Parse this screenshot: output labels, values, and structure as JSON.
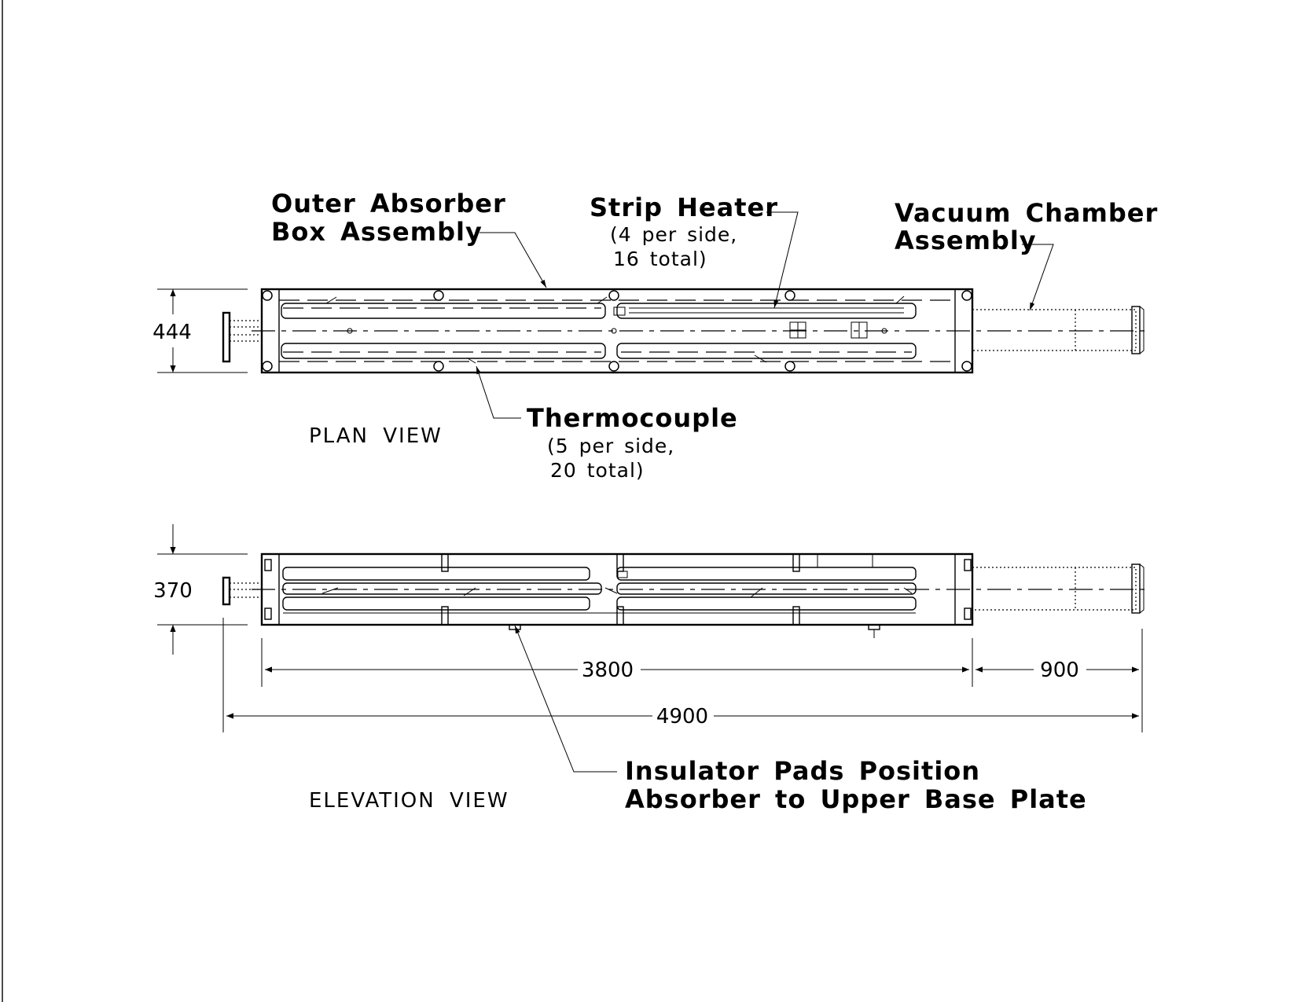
{
  "labels": {
    "outer_absorber": [
      "Outer Absorber",
      "Box Assembly"
    ],
    "strip_heater": "Strip Heater",
    "strip_heater_note": [
      "(4 per side,",
      "16 total)"
    ],
    "vacuum_chamber": [
      "Vacuum Chamber",
      "Assembly"
    ],
    "thermocouple": "Thermocouple",
    "thermocouple_note": [
      "(5 per side,",
      "20 total)"
    ],
    "insulator_pads": [
      "Insulator Pads Position",
      "Absorber to Upper Base Plate"
    ]
  },
  "views": {
    "plan": "PLAN VIEW",
    "elevation": "ELEVATION VIEW"
  },
  "dimensions": {
    "plan_width": "444",
    "elevation_height": "370",
    "absorber_length": "3800",
    "chamber_length": "900",
    "overall_length": "4900"
  }
}
